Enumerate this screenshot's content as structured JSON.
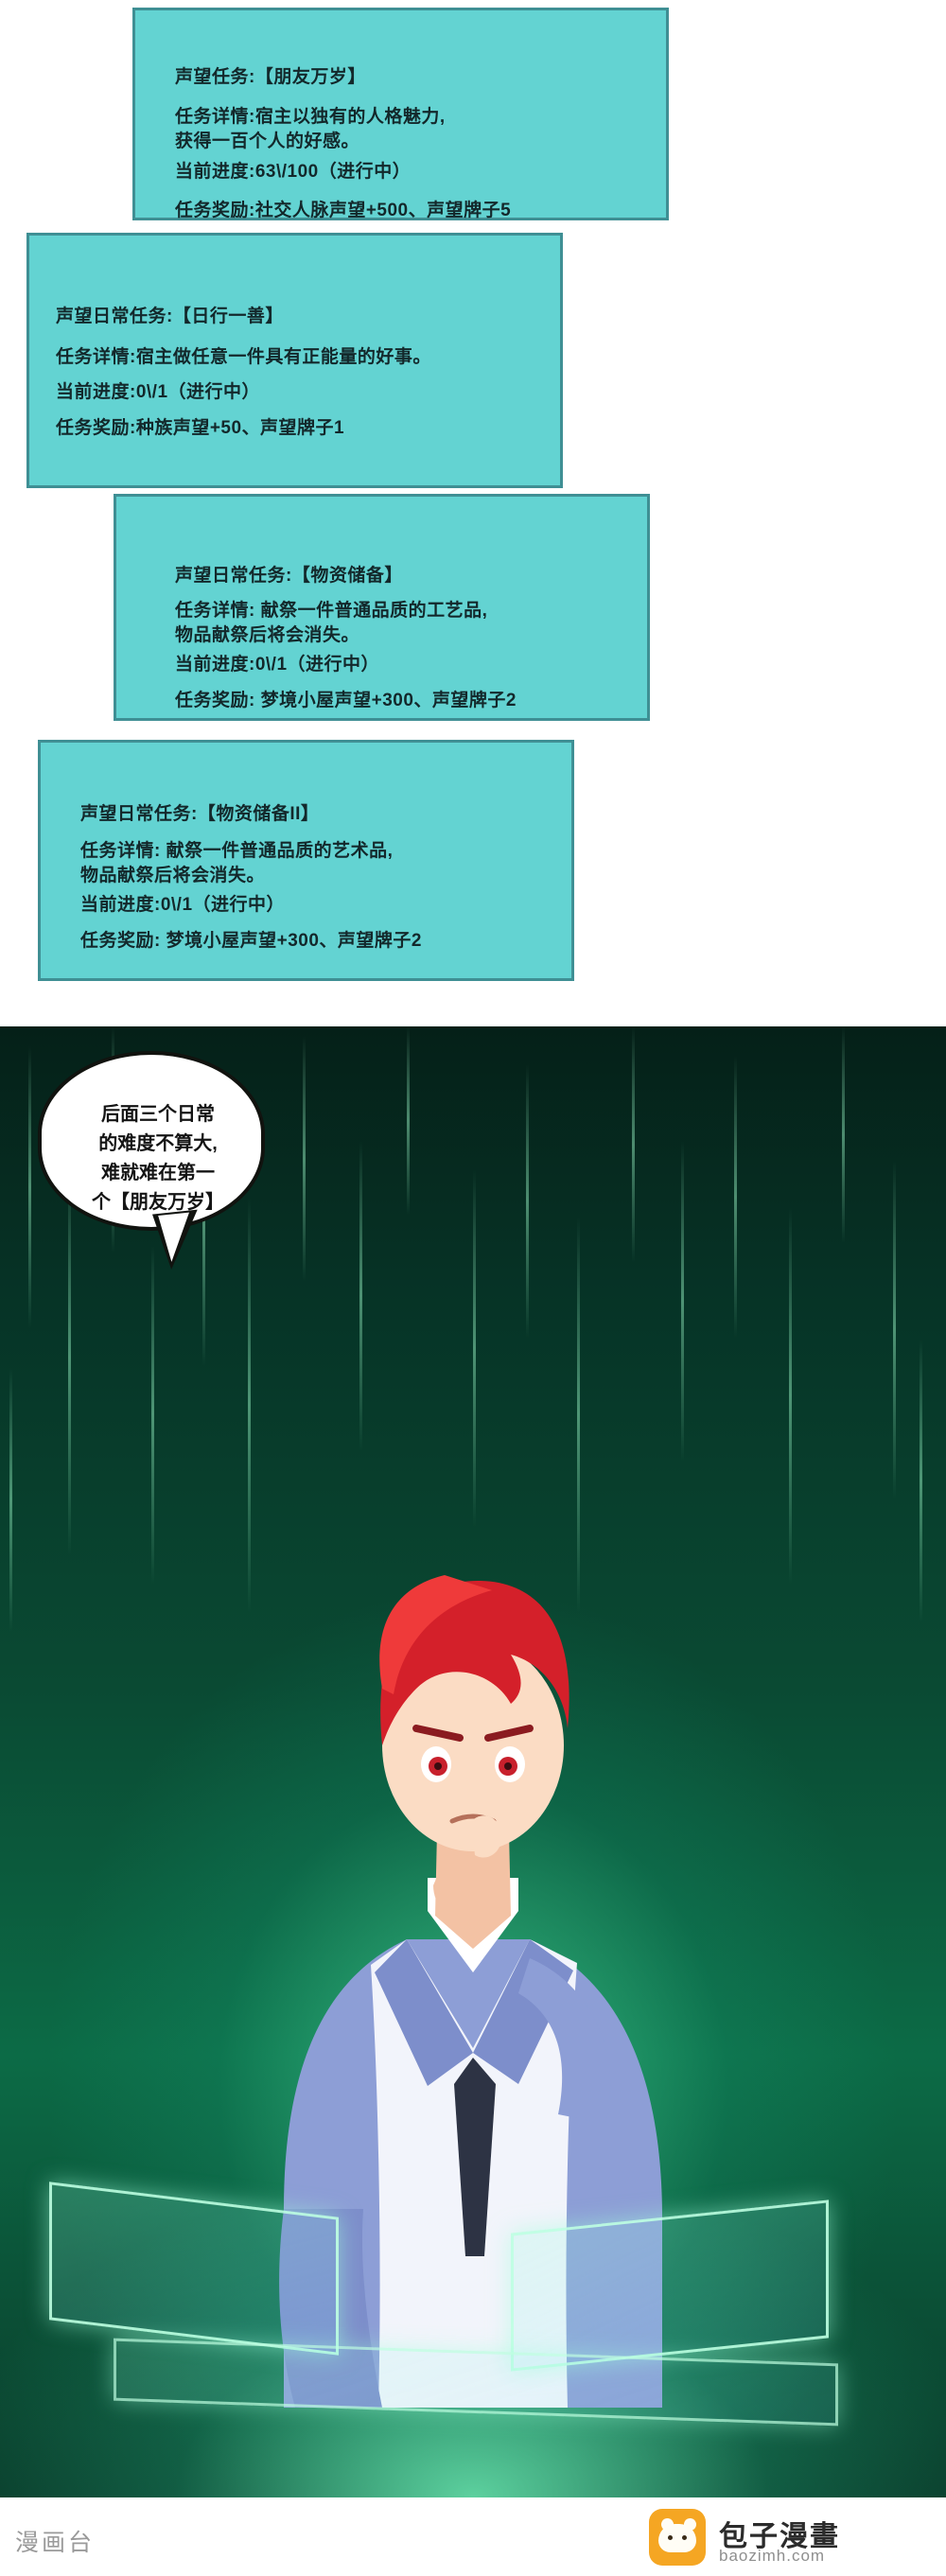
{
  "panels": [
    {
      "id": "panel-reputation-quest",
      "title": "声望任务:【朋友万岁】",
      "detail": "任务详情:宿主以独有的人格魅力,\n获得一百个人的好感。",
      "progress": "当前进度:63\\/100（进行中）",
      "reward": "任务奖励:社交人脉声望+500、声望牌子5"
    },
    {
      "id": "panel-daily-good-deed",
      "title": "声望日常任务:【日行一善】",
      "detail": "任务详情:宿主做任意一件具有正能量的好事。",
      "progress": "当前进度:0\\/1（进行中）",
      "reward": "任务奖励:种族声望+50、声望牌子1"
    },
    {
      "id": "panel-supply-reserve",
      "title": "声望日常任务:【物资储备】",
      "detail": "任务详情: 献祭一件普通品质的工艺品,\n物品献祭后将会消失。",
      "progress": "当前进度:0\\/1（进行中）",
      "reward": "任务奖励: 梦境小屋声望+300、声望牌子2"
    },
    {
      "id": "panel-supply-reserve-2",
      "title": "声望日常任务:【物资储备II】",
      "detail": "任务详情: 献祭一件普通品质的艺术品,\n物品献祭后将会消失。",
      "progress": "当前进度:0\\/1（进行中）",
      "reward": "任务奖励: 梦境小屋声望+300、声望牌子2"
    }
  ],
  "scene": {
    "speech_bubble": "后面三个日常\n的难度不算大,\n难就难在第一\n个【朋友万岁】"
  },
  "footer": {
    "site_label": "漫画台",
    "brand": "包子漫畫",
    "url": "baozimh.com"
  },
  "colors": {
    "panel_fill": "#63d3d2",
    "panel_border": "#3f8f94",
    "logo_orange": "#f5a623",
    "scene_green": "#0c6b46"
  }
}
